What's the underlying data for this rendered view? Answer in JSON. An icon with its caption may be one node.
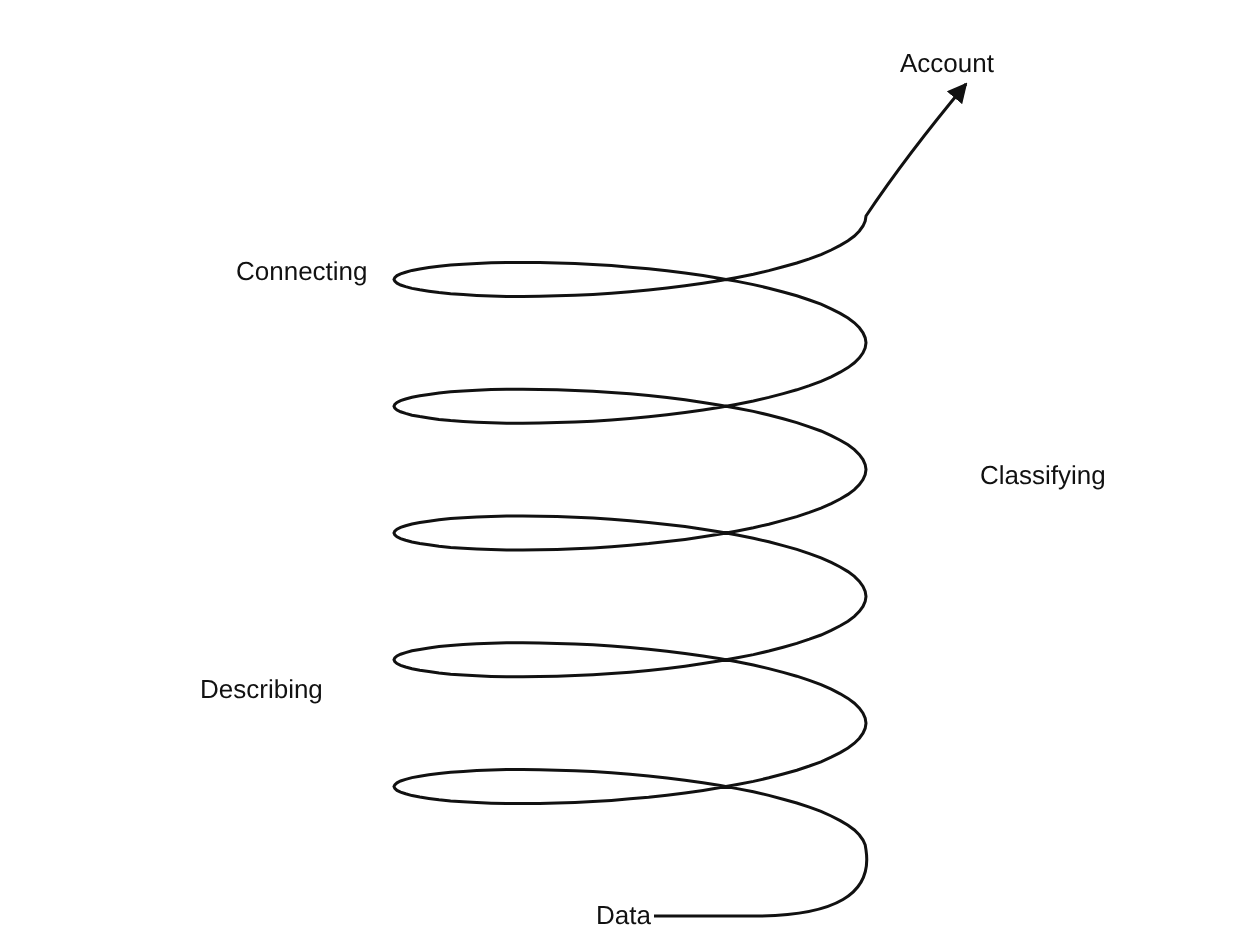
{
  "diagram": {
    "nodes": [
      {
        "text": [
          "Account"
        ]
      },
      {
        "text": [
          "Data"
        ]
      }
    ],
    "edges": [
      {
        "from": 1,
        "to": 0,
        "arrow": "to"
      }
    ],
    "labels": [
      "Connecting",
      "Classifying",
      "Describing"
    ]
  }
}
